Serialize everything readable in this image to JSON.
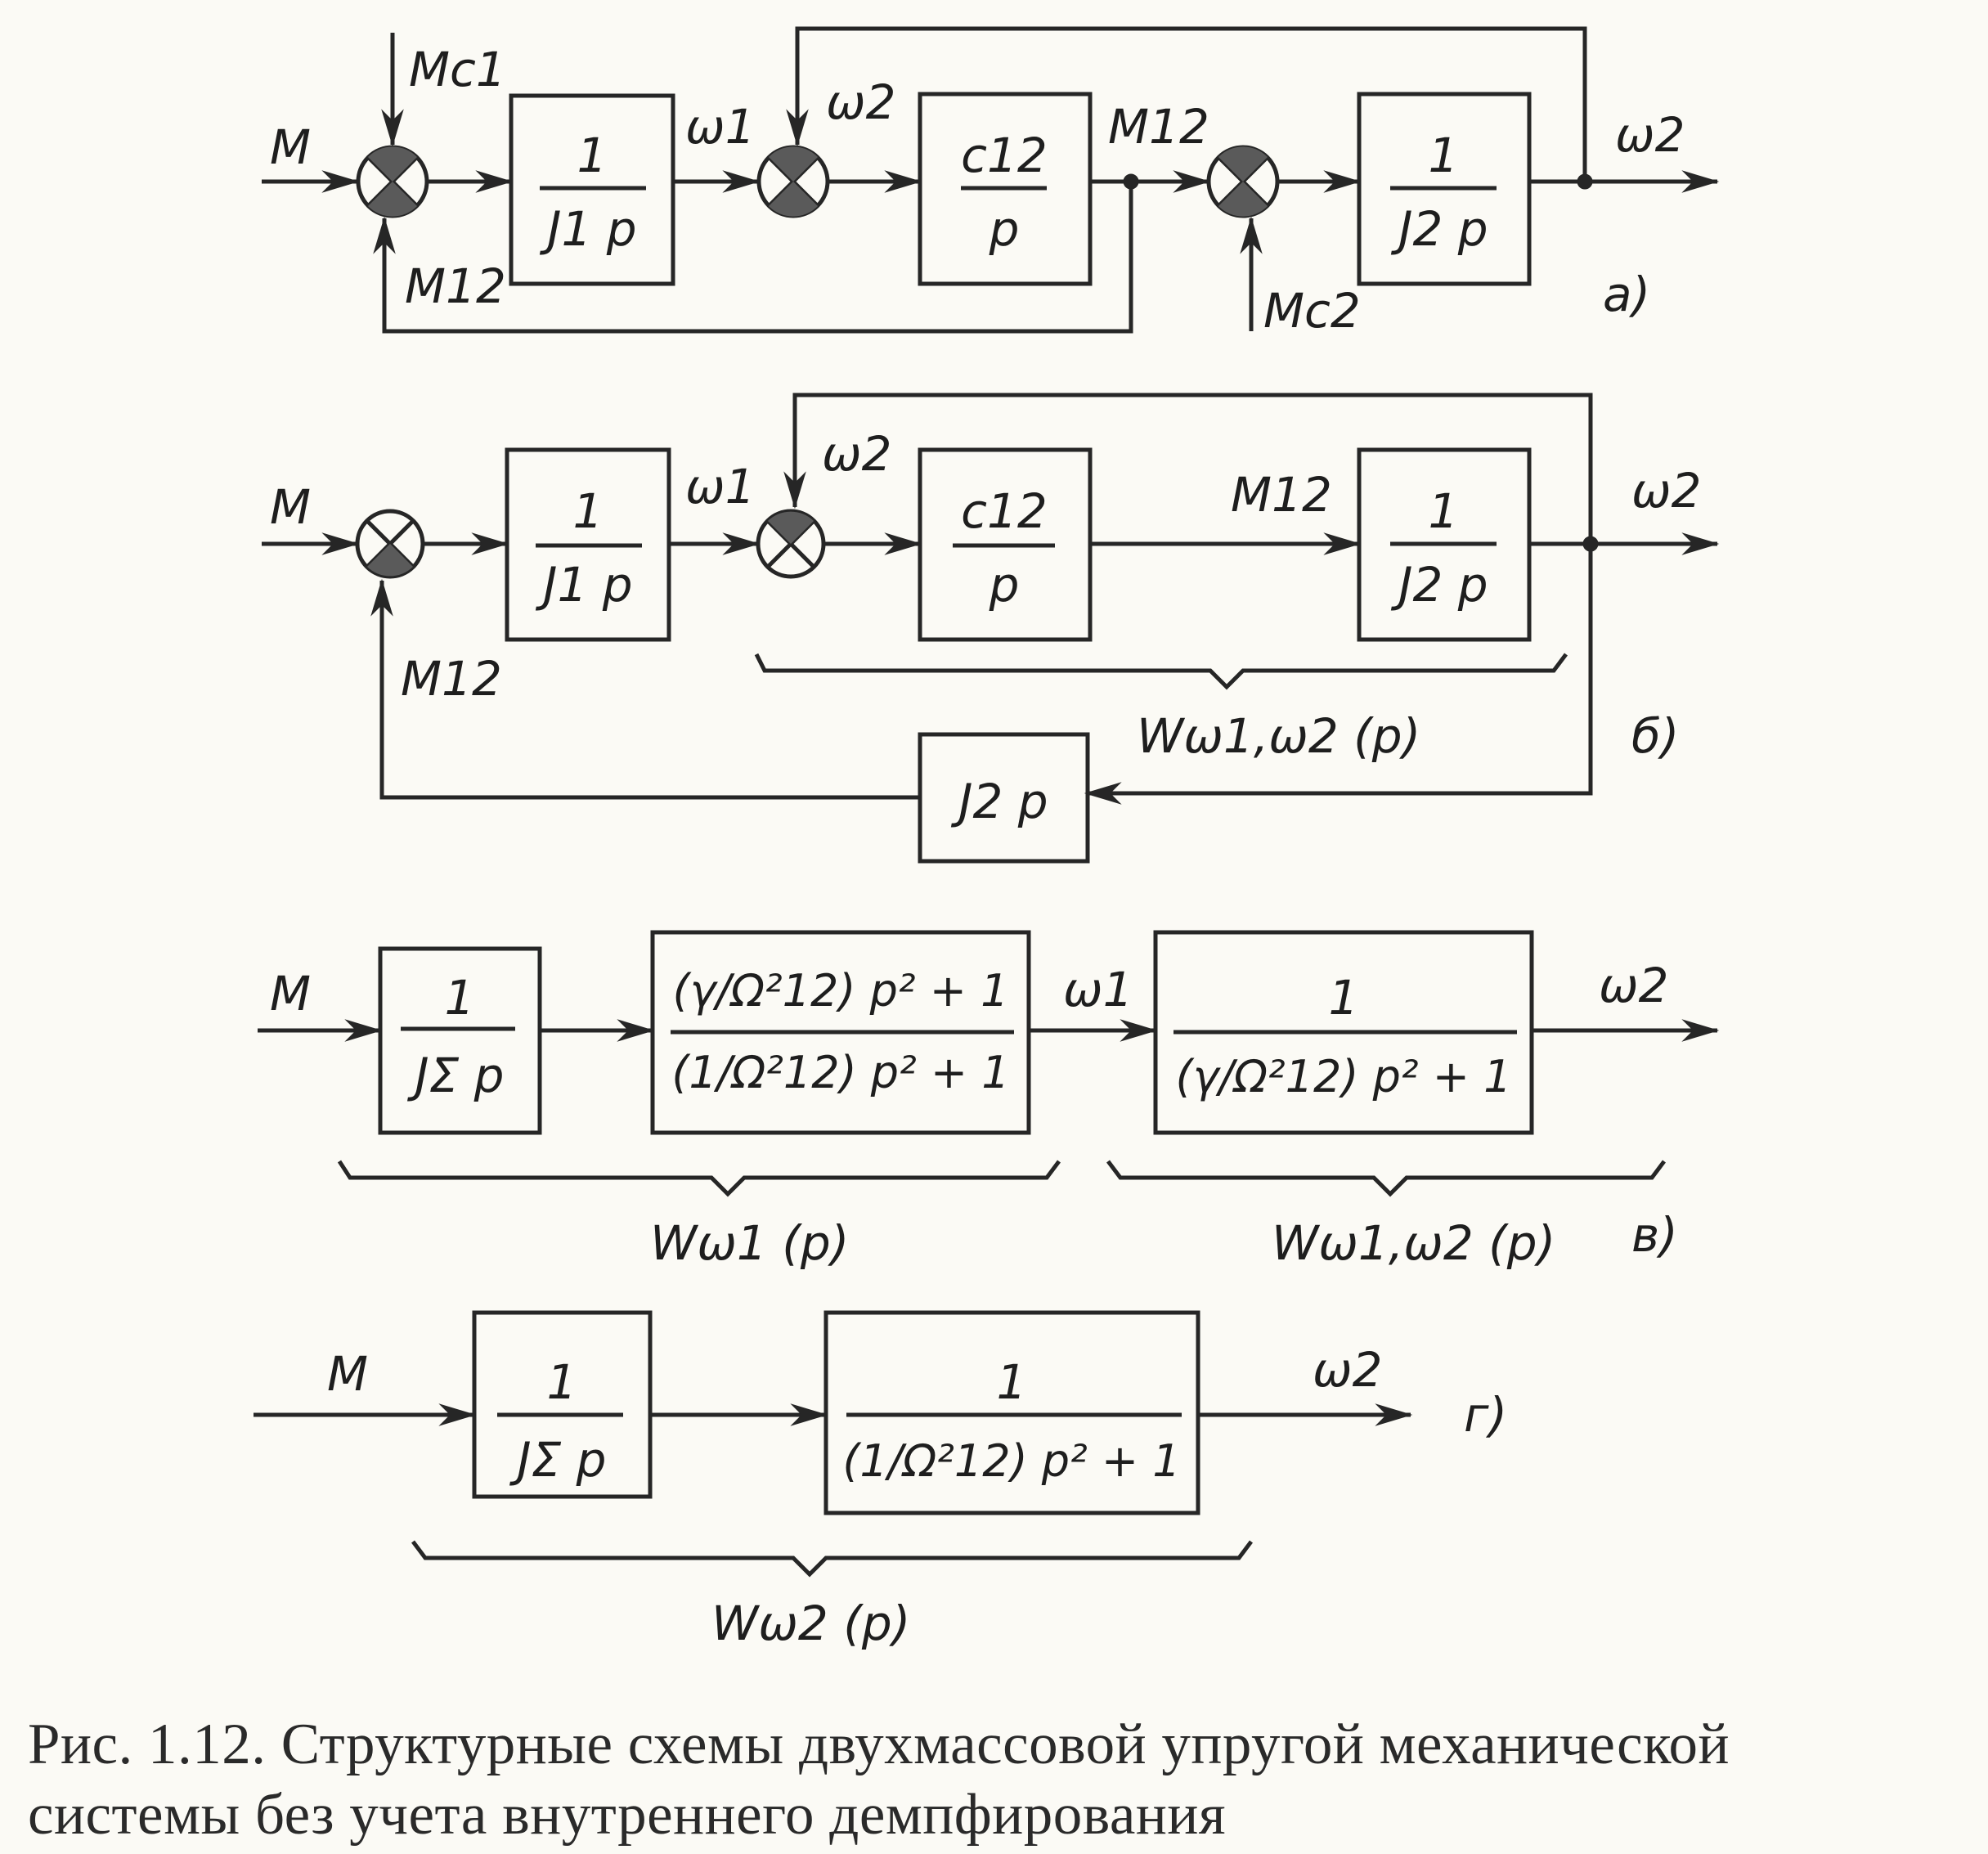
{
  "colors": {
    "ink": "#262626",
    "paper": "#fbfaf5",
    "junction_fill": "#5a5a5a"
  },
  "diagram_a": {
    "input": "M",
    "disturbance_1": "Mc1",
    "feedback_m12": "M12",
    "block_1": {
      "num": "1",
      "den": "J1 p"
    },
    "omega_1": "ω1",
    "feedback_omega_2": "ω2",
    "block_2": {
      "num": "c12",
      "den": "p"
    },
    "m12": "M12",
    "disturbance_2": "Mc2",
    "block_3": {
      "num": "1",
      "den": "J2 p"
    },
    "output": "ω2",
    "label": "а)"
  },
  "diagram_b": {
    "input": "M",
    "feedback_m12": "M12",
    "block_1": {
      "num": "1",
      "den": "J1 p"
    },
    "omega_1": "ω1",
    "feedback_omega_2": "ω2",
    "block_2": {
      "num": "c12",
      "den": "p"
    },
    "m12": "M12",
    "block_3": {
      "num": "1",
      "den": "J2 p"
    },
    "output": "ω2",
    "brace_label": "Wω1,ω2 (p)",
    "feedback_block": "J2 p",
    "label": "б)"
  },
  "diagram_c": {
    "input": "M",
    "block_1": {
      "num": "1",
      "den": "JΣ p"
    },
    "block_2": {
      "num": "(γ/Ω²12) p² + 1",
      "den": "(1/Ω²12) p² + 1"
    },
    "omega_1": "ω1",
    "block_3": {
      "num": "1",
      "den": "(γ/Ω²12) p² + 1"
    },
    "output": "ω2",
    "brace_label_1": "Wω1 (p)",
    "brace_label_2": "Wω1,ω2 (p)",
    "label": "в)"
  },
  "diagram_d": {
    "input": "M",
    "block_1": {
      "num": "1",
      "den": "JΣ p"
    },
    "block_2": {
      "num": "1",
      "den": "(1/Ω²12) p² + 1"
    },
    "output": "ω2",
    "brace_label": "Wω2 (p)",
    "label": "г)"
  },
  "caption": {
    "line_1": "Рис. 1.12. Структурные схемы двухмассовой упругой механической",
    "line_2": "системы без учета внутреннего демпфирования"
  }
}
